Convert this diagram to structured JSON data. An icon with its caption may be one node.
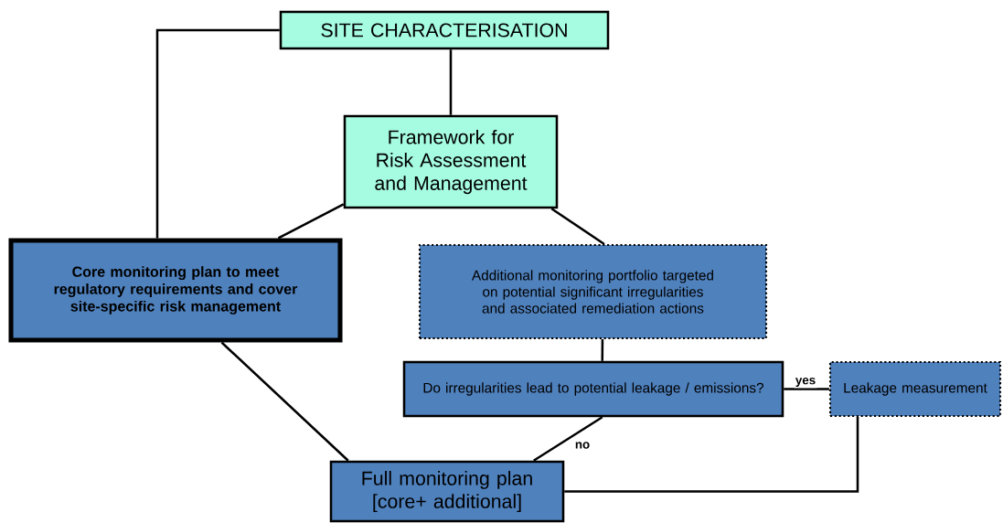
{
  "diagram": {
    "nodes": [
      {
        "text": [
          "SITE CHARACTERISATION"
        ]
      },
      {
        "text": [
          "Framework for Risk Assessment and Management"
        ]
      },
      {
        "text": [
          "Core monitoring plan to meet regulatory requirements and cover site-specific risk management"
        ]
      },
      {
        "text": [
          "Additional monitoring portfolio targeted on potential significant irregularities and associated remediation actions"
        ]
      },
      {
        "text": [
          "Do irregularities lead to potential leakage / emissions?"
        ]
      },
      {
        "text": [
          "Leakage measurement"
        ]
      },
      {
        "text": [
          "Full monitoring plan [core+ additional]"
        ]
      }
    ],
    "edges": [
      {
        "from": 0,
        "to": 1,
        "arrow": "none"
      },
      {
        "from": 0,
        "to": 2,
        "arrow": "none"
      },
      {
        "from": 1,
        "to": 2,
        "arrow": "none"
      },
      {
        "from": 1,
        "to": 3,
        "arrow": "none"
      },
      {
        "from": 3,
        "to": 4,
        "arrow": "none"
      },
      {
        "from": 4,
        "to": 5,
        "label": "yes",
        "arrow": "none"
      },
      {
        "from": 4,
        "to": 6,
        "label": "no",
        "arrow": "none"
      },
      {
        "from": 2,
        "to": 6,
        "arrow": "none"
      },
      {
        "from": 5,
        "to": 6,
        "arrow": "none"
      }
    ]
  }
}
